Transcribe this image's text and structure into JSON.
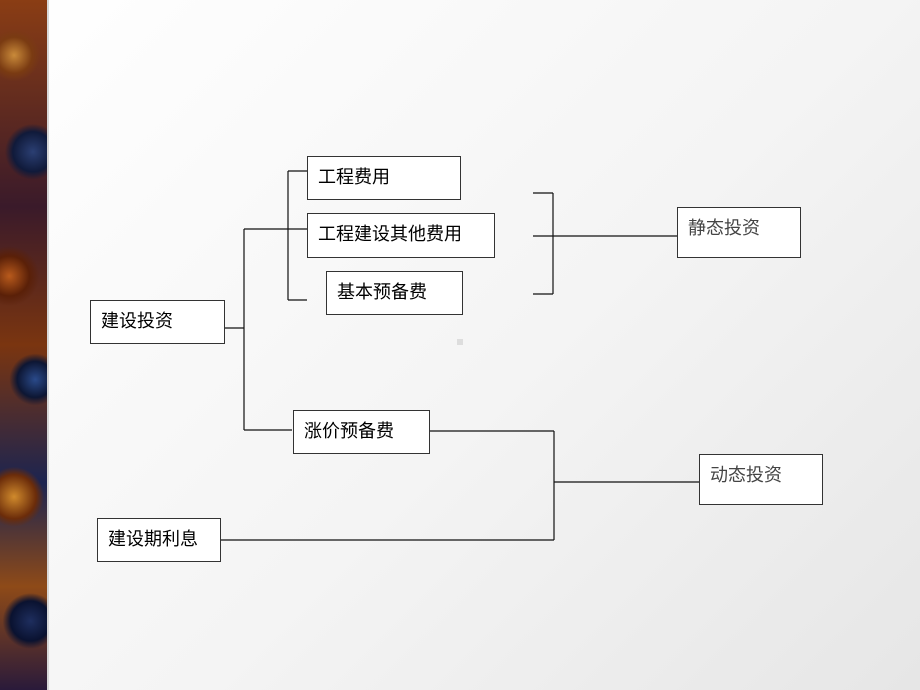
{
  "nodes": {
    "construction_investment": "建设投资",
    "engineering_cost": "工程费用",
    "other_construction_cost": "工程建设其他费用",
    "basic_reserve": "基本预备费",
    "price_reserve": "涨价预备费",
    "construction_interest": "建设期利息",
    "static_investment": "静态投资",
    "dynamic_investment": "动态投资"
  }
}
